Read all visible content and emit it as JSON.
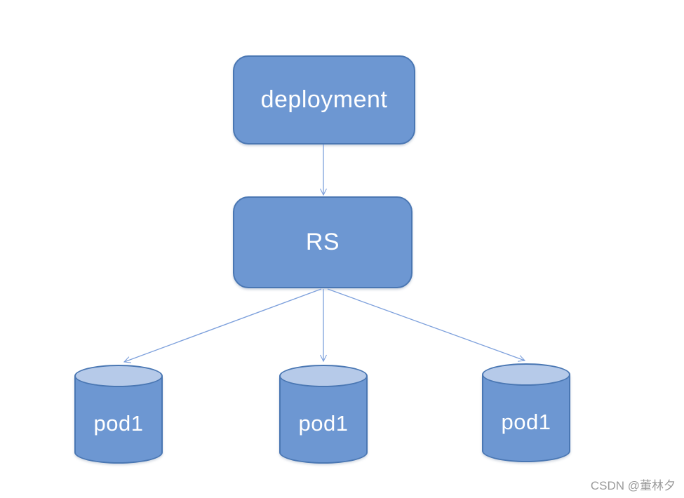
{
  "diagram": {
    "title": "deployment to replicaset to pods diagram",
    "nodes": {
      "deployment": {
        "label": "deployment",
        "shape": "rounded-rectangle"
      },
      "rs": {
        "label": "RS",
        "shape": "rounded-rectangle"
      },
      "pod_left": {
        "label": "pod1",
        "shape": "cylinder"
      },
      "pod_center": {
        "label": "pod1",
        "shape": "cylinder"
      },
      "pod_right": {
        "label": "pod1",
        "shape": "cylinder"
      }
    },
    "edges": [
      {
        "from": "deployment",
        "to": "rs"
      },
      {
        "from": "rs",
        "to": "pod_left"
      },
      {
        "from": "rs",
        "to": "pod_center"
      },
      {
        "from": "rs",
        "to": "pod_right"
      }
    ],
    "colors": {
      "node_fill": "#6d97d2",
      "node_border": "#4a77b3",
      "cylinder_top_fill": "#b6cae9",
      "arrow": "#7da0dc",
      "label_text": "#ffffff",
      "watermark_text": "#9b9b9b",
      "page_bg": "#ffffff"
    }
  },
  "watermark": {
    "text": "CSDN @董林夕"
  }
}
